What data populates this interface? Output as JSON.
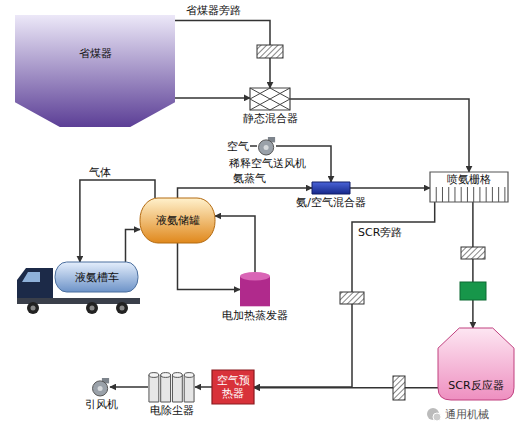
{
  "diagram": {
    "nodes": [
      {
        "text": [
          "省煤器"
        ]
      },
      {
        "text": [
          "静态混合器"
        ]
      },
      {
        "text": [
          "稀释空气送风机"
        ]
      },
      {
        "text": [
          "氨/空气混合器"
        ]
      },
      {
        "text": [
          "喷氨栅格"
        ]
      },
      {
        "text": [
          "液氨储罐"
        ]
      },
      {
        "text": [
          "液氨槽车"
        ]
      },
      {
        "text": [
          "电加热蒸发器"
        ]
      },
      {
        "text": [
          "SCR反应器"
        ]
      },
      {
        "text": [
          "空气预热器"
        ]
      },
      {
        "text": [
          "电除尘器"
        ]
      },
      {
        "text": [
          "引风机"
        ]
      }
    ],
    "edges": [
      {
        "from": 0,
        "to": 1,
        "arrow": "to"
      },
      {
        "from": 0,
        "to": 1,
        "label": "省煤器旁路",
        "arrow": "to"
      },
      {
        "from": 1,
        "to": 4,
        "arrow": "to"
      },
      {
        "from": 2,
        "to": 3,
        "arrow": "to"
      },
      {
        "from": 3,
        "to": 4,
        "arrow": "to"
      },
      {
        "from": 5,
        "to": 3,
        "label": "氨蒸气",
        "arrow": "to"
      },
      {
        "from": 5,
        "to": 6,
        "label": "气体",
        "arrow": "to"
      },
      {
        "from": 6,
        "to": 5,
        "arrow": "to"
      },
      {
        "from": 5,
        "to": 7,
        "arrow": "to"
      },
      {
        "from": 7,
        "to": 5,
        "arrow": "to"
      },
      {
        "from": 4,
        "to": 8,
        "arrow": "to"
      },
      {
        "from": 4,
        "to": 9,
        "label": "SCR旁路",
        "arrow": "to"
      },
      {
        "from": 8,
        "to": 9,
        "arrow": "to"
      },
      {
        "from": 9,
        "to": 10,
        "arrow": "to"
      },
      {
        "from": 10,
        "to": 11,
        "arrow": "to"
      }
    ],
    "labels": [
      "空气",
      "通用机械"
    ]
  }
}
